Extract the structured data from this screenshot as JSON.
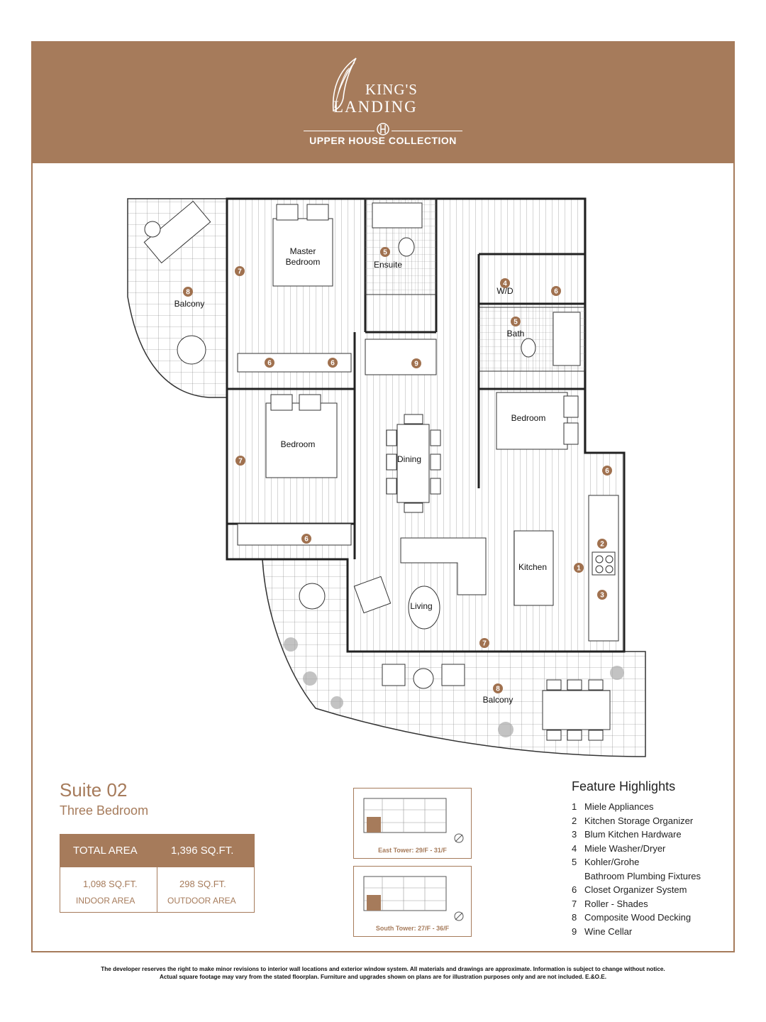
{
  "brand": {
    "name_line1": "KING'S",
    "name_line2": "LANDING",
    "collection": "UPPER HOUSE COLLECTION"
  },
  "rooms": {
    "master_bedroom_1": "Master",
    "master_bedroom_2": "Bedroom",
    "ensuite": "Ensuite",
    "wd": "W/D",
    "bath": "Bath",
    "balcony_top": "Balcony",
    "bedroom_right": "Bedroom",
    "bedroom_left": "Bedroom",
    "dining": "Dining",
    "kitchen": "Kitchen",
    "living": "Living",
    "balcony_bottom": "Balcony"
  },
  "suite": {
    "title": "Suite 02",
    "subtitle": "Three Bedroom"
  },
  "area": {
    "total_label": "TOTAL AREA",
    "total_value": "1,396 SQ.FT.",
    "indoor_value": "1,098 SQ.FT.",
    "indoor_label": "INDOOR AREA",
    "outdoor_value": "298 SQ.FT.",
    "outdoor_label": "OUTDOOR AREA"
  },
  "keyplans": [
    {
      "caption": "East Tower: 29/F - 31/F"
    },
    {
      "caption": "South Tower: 27/F - 36/F"
    }
  ],
  "features": {
    "heading": "Feature Highlights",
    "items": [
      {
        "n": "1",
        "text": "Miele Appliances"
      },
      {
        "n": "2",
        "text": "Kitchen Storage Organizer"
      },
      {
        "n": "3",
        "text": "Blum Kitchen Hardware"
      },
      {
        "n": "4",
        "text": "Miele Washer/Dryer"
      },
      {
        "n": "5",
        "text": "Kohler/Grohe\nBathroom Plumbing Fixtures"
      },
      {
        "n": "6",
        "text": "Closet Organizer System"
      },
      {
        "n": "7",
        "text": "Roller - Shades"
      },
      {
        "n": "8",
        "text": "Composite Wood Decking"
      },
      {
        "n": "9",
        "text": "Wine Cellar"
      }
    ]
  },
  "markers": [
    "1",
    "2",
    "3",
    "4",
    "5",
    "6",
    "7",
    "8",
    "9"
  ],
  "disclaimer": "The developer reserves the right to make minor revisions to interior wall locations and exterior window system. All materials and drawings are approximate. Information is subject to change without notice. Actual square footage may vary from the stated floorplan. Furniture and upgrades shown on plans are for illustration purposes only and are not included. E.&O.E.",
  "colors": {
    "brand": "#a67b5b",
    "marker": "#a0714f"
  },
  "icons": [
    "feather-logo-icon",
    "monogram-icon",
    "north-arrow-icon"
  ]
}
